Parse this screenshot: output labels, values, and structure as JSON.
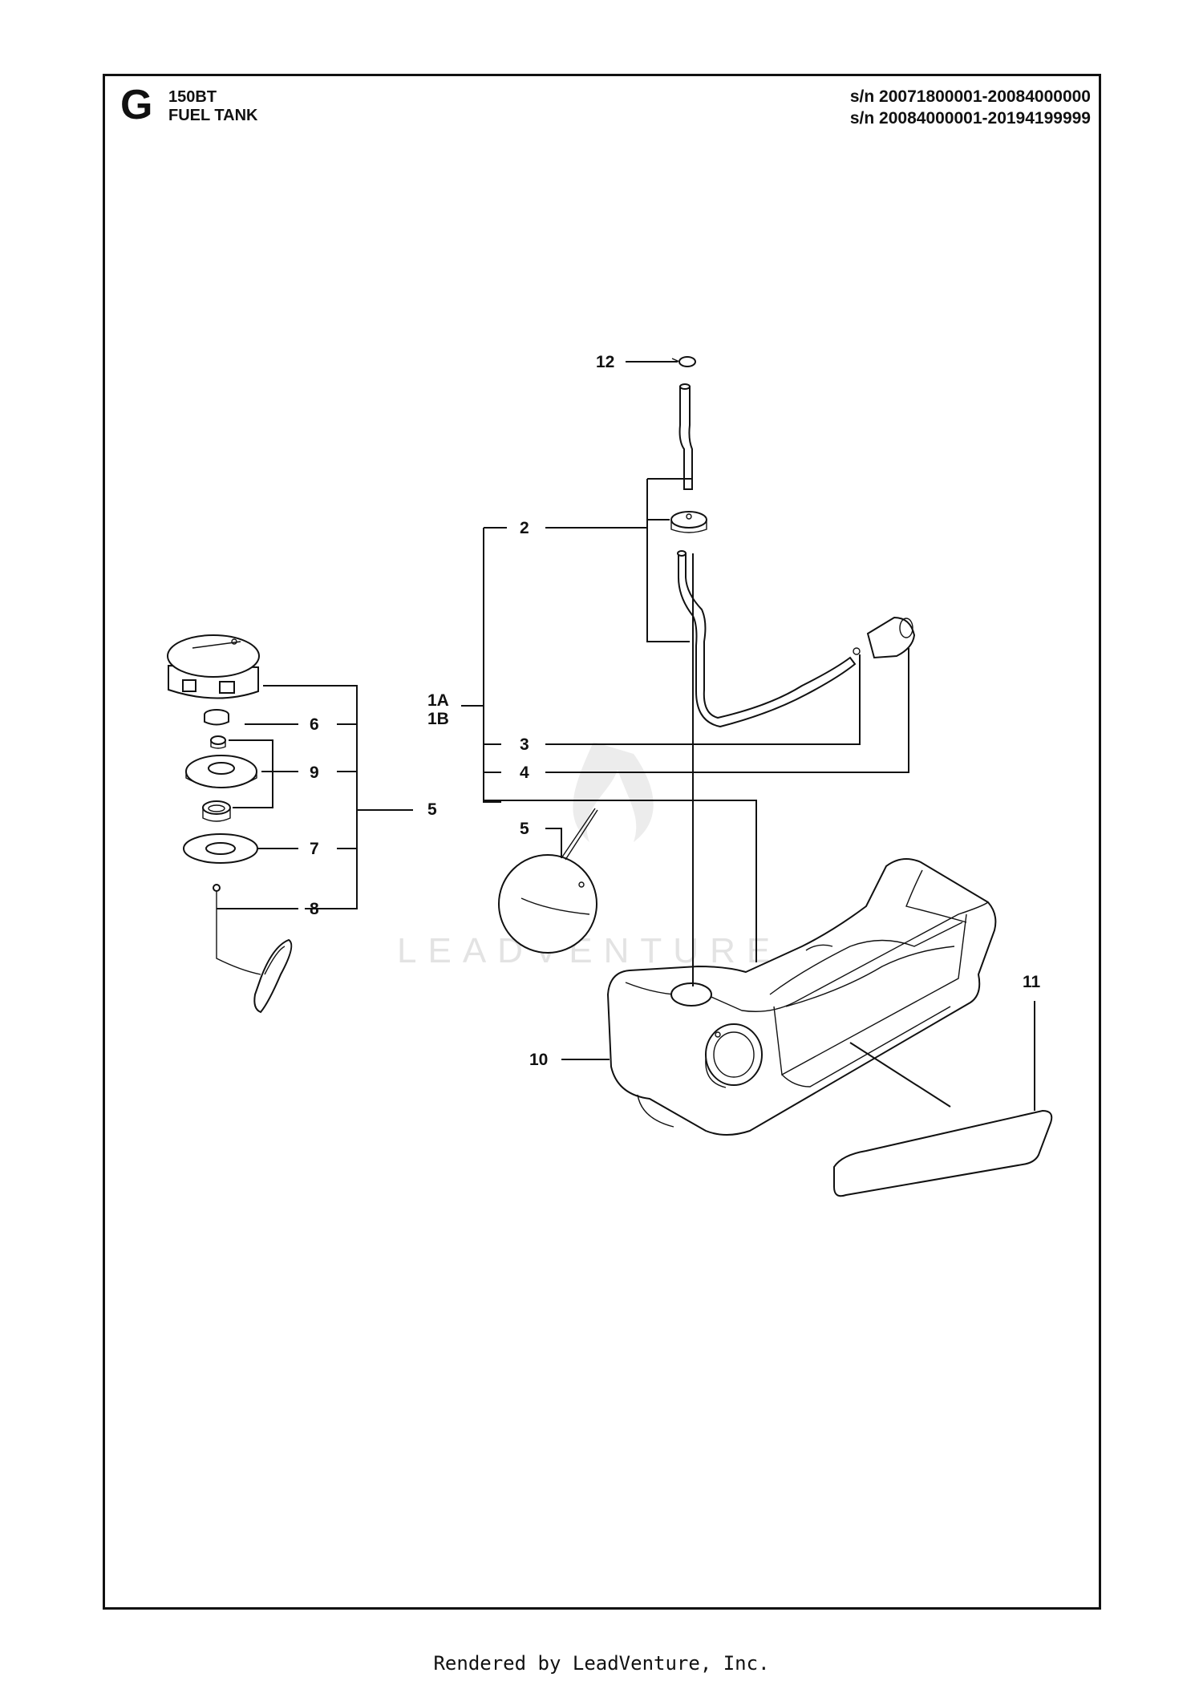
{
  "header": {
    "section_letter": "G",
    "model": "150BT",
    "title": "FUEL TANK",
    "serials": [
      "s/n 20071800001-20084000000",
      "s/n 20084000001-20194199999"
    ]
  },
  "callouts": {
    "c1a": "1A",
    "c1b": "1B",
    "c2": "2",
    "c3": "3",
    "c4": "4",
    "c5_main": "5",
    "c5_kit": "5",
    "c6": "6",
    "c7": "7",
    "c8": "8",
    "c9": "9",
    "c10": "10",
    "c11": "11",
    "c12": "12"
  },
  "watermark": "LEADVENTURE",
  "footer": "Rendered by LeadVenture, Inc."
}
